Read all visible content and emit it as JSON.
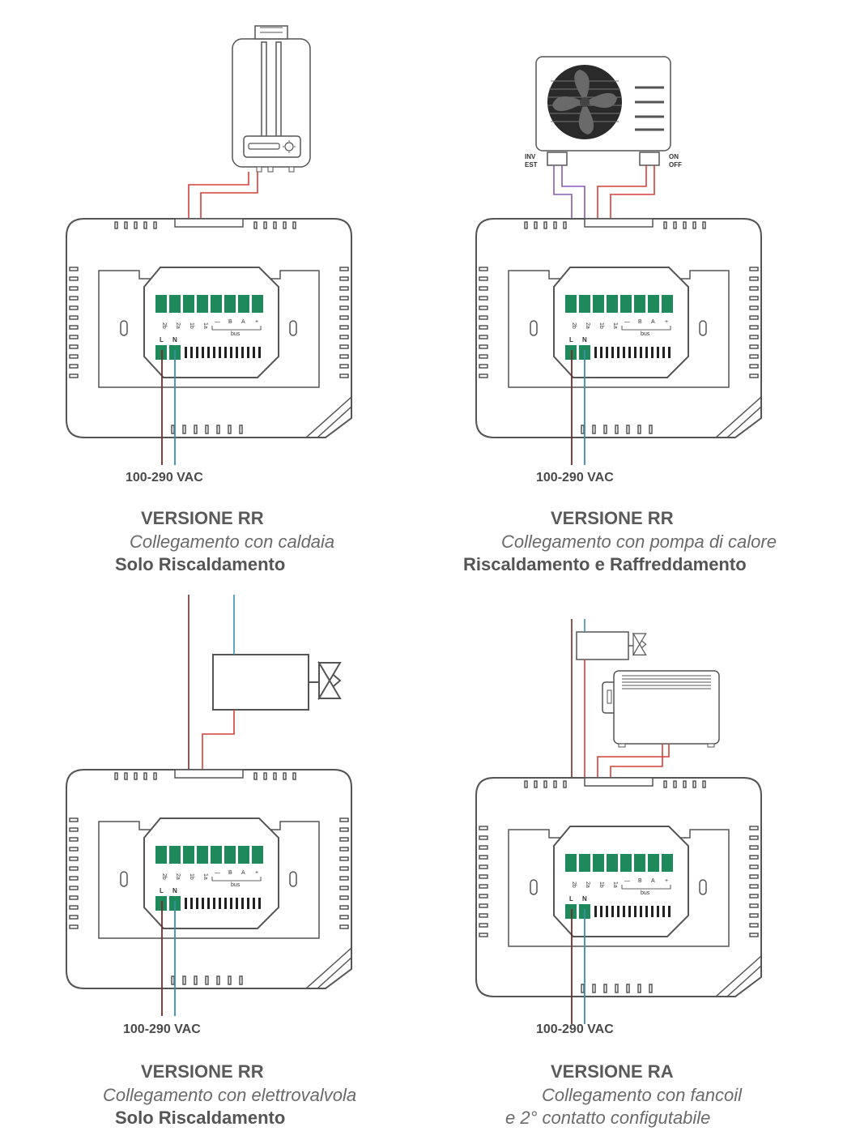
{
  "colors": {
    "outline": "#555555",
    "terminal_green": "#1e8a5c",
    "wire_red": "#d6403a",
    "wire_brown": "#7a2a2a",
    "wire_blue": "#3a8fb0",
    "wire_purple": "#8a5ab0"
  },
  "terminal_labels": {
    "t2b": "2b",
    "t2a": "2a",
    "t1b": "1b",
    "t1a": "1a",
    "minus": "—",
    "bA": "A",
    "bB": "B",
    "plus": "+",
    "bus": "bus",
    "L": "L",
    "N": "N"
  },
  "heat_pump": {
    "inv_est": [
      "INV",
      "EST"
    ],
    "on_off": [
      "ON",
      "OFF"
    ]
  },
  "panels": [
    {
      "id": "boiler",
      "voltage": "100-290 VAC",
      "title": "VERSIONE RR",
      "subtitle": "Collegamento con caldaia",
      "mode": "Solo Riscaldamento"
    },
    {
      "id": "heat-pump",
      "voltage": "100-290 VAC",
      "title": "VERSIONE RR",
      "subtitle": "Collegamento con pompa di calore",
      "mode": "Riscaldamento e Raffreddamento"
    },
    {
      "id": "valve",
      "voltage": "100-290 VAC",
      "title": "VERSIONE RR",
      "subtitle": "Collegamento con elettrovalvola",
      "mode": "Solo Riscaldamento"
    },
    {
      "id": "fancoil",
      "voltage": "100-290 VAC",
      "title": "VERSIONE RA",
      "subtitle": "Collegamento con fancoil",
      "mode": "e 2° contatto configutabile"
    }
  ]
}
